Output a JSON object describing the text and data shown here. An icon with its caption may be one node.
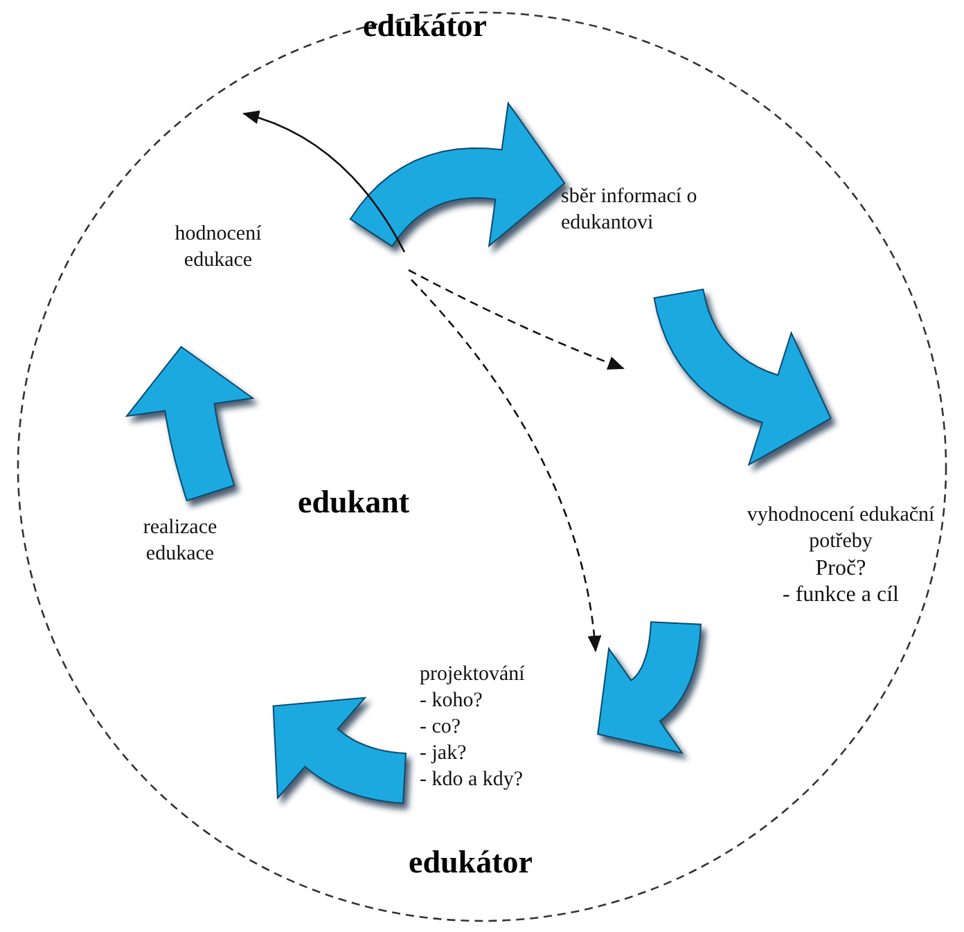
{
  "diagram": {
    "nodes": [
      {
        "text": [],
        "shape": "circle"
      },
      {
        "text": [
          "sběr informací o edukantovi"
        ],
        "in": 0
      },
      {
        "text": [
          "vyhodnocení edukační potřeby",
          "Proč?",
          "- funkce a cíl"
        ],
        "in": 0
      },
      {
        "text": [
          "projektování",
          "- koho?",
          "- co?",
          "- jak?",
          "- kdo a kdy?"
        ],
        "in": 0
      },
      {
        "text": [
          "realizace edukace"
        ],
        "in": 0
      },
      {
        "text": [
          "hodnocení edukace"
        ],
        "in": 0
      }
    ],
    "labels": [
      "edukátor",
      "edukant",
      "edukátor"
    ]
  }
}
